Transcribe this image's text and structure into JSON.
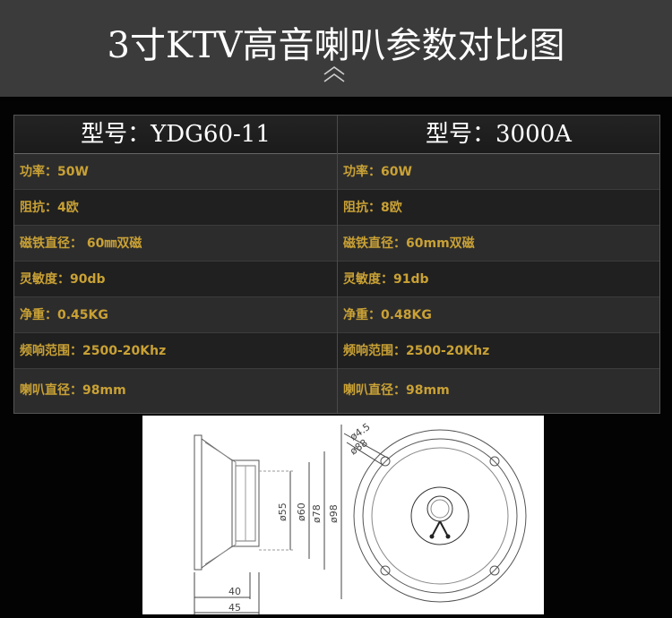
{
  "title": "3寸KTV高音喇叭参数对比图",
  "table": {
    "left_header": "型号：YDG60-11",
    "right_header": "型号：3000A",
    "left_rows": [
      "功率：50W",
      "阻抗：4欧",
      "磁铁直径： 60㎜双磁",
      "灵敏度：90db",
      "净重：0.45KG",
      "频响范围：2500-20Khz",
      "喇叭直径：98mm"
    ],
    "right_rows": [
      "功率：60W",
      "阻抗：8欧",
      "磁铁直径：60mm双磁",
      "灵敏度：91db",
      "净重：0.48KG",
      "频响范围：2500-20Khz",
      "喇叭直径：98mm"
    ]
  },
  "diagram": {
    "dims": [
      "ø55",
      "ø60",
      "ø78",
      "ø98",
      "ø4.5",
      "ø88",
      "40",
      "45"
    ]
  },
  "colors": {
    "label_text": "#c9a135",
    "header_bg": "#3b3b3b",
    "page_bg": "#030303"
  }
}
